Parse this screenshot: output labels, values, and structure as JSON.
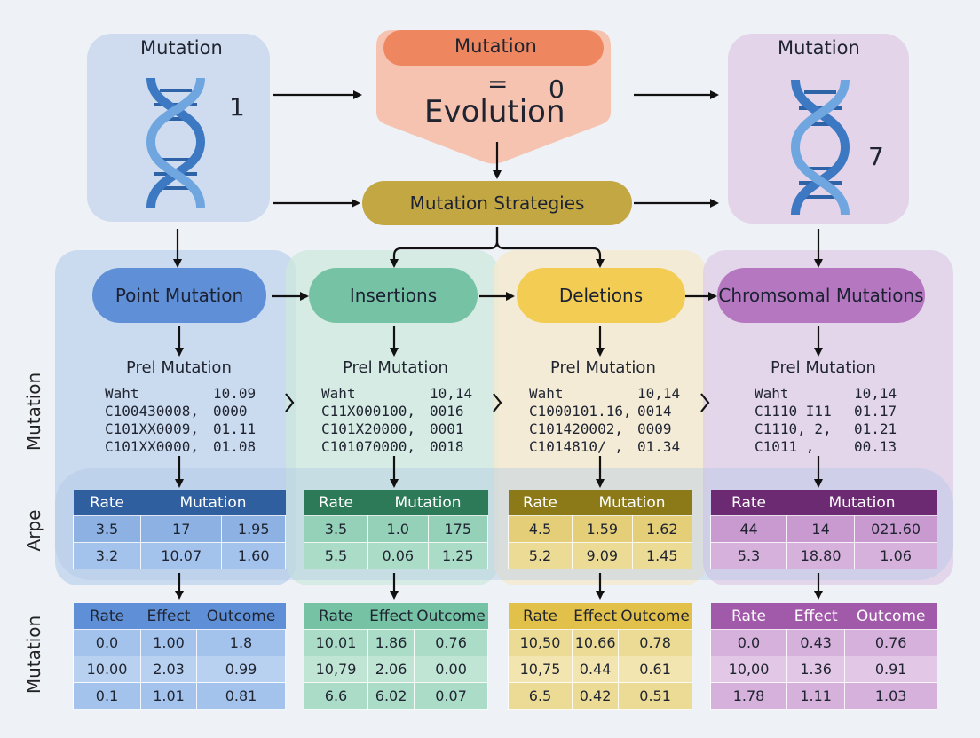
{
  "header": {
    "left": {
      "title": "Mutation",
      "number": "1"
    },
    "center": {
      "title": "Mutation",
      "equals": "=",
      "zero": "0",
      "main": "Evolution"
    },
    "right": {
      "title": "Mutation",
      "number": "7"
    },
    "strategies": "Mutation Strategies"
  },
  "side_labels": [
    "Mutation",
    "Arpe",
    "Mutation"
  ],
  "colors": {
    "blue": "#2f5f9f",
    "green": "#2d7a58",
    "yellow": "#8c7a19",
    "purple": "#6c2a72"
  },
  "columns": [
    {
      "label": "Point Mutation",
      "subtitle": "Prel Mutation",
      "lines": [
        [
          "Waht",
          "10.09"
        ],
        [
          "C100430008,",
          "0000"
        ],
        [
          "C101XX0009,",
          "01.11"
        ],
        [
          "C101XX0000,",
          "01.08"
        ]
      ],
      "table1": {
        "h1": "Rate",
        "h2": "Mutation",
        "rows": [
          [
            "3.5",
            "17",
            "1.95"
          ],
          [
            "3.2",
            "10.07",
            "1.60"
          ]
        ]
      },
      "table2": {
        "h": [
          "Rate",
          "Effect",
          "Outcome"
        ],
        "rows": [
          [
            "0.0",
            "1.00",
            "1.8"
          ],
          [
            "10.00",
            "2.03",
            "0.99"
          ],
          [
            "0.1",
            "1.01",
            "0.81"
          ]
        ]
      }
    },
    {
      "label": "Insertions",
      "subtitle": "Prel Mutation",
      "lines": [
        [
          "Waht",
          "10,14"
        ],
        [
          "C11X000100,",
          "0016"
        ],
        [
          "C101X20000,",
          "0001"
        ],
        [
          "C101070000,",
          "0018"
        ]
      ],
      "table1": {
        "h1": "Rate",
        "h2": "Mutation",
        "rows": [
          [
            "3.5",
            "1.0",
            "175"
          ],
          [
            "5.5",
            "0.06",
            "1.25"
          ]
        ]
      },
      "table2": {
        "h": [
          "Rate",
          "Effect",
          "Outcome"
        ],
        "rows": [
          [
            "10.01",
            "1.86",
            "0.76"
          ],
          [
            "10,79",
            "2.06",
            "0.00"
          ],
          [
            "6.6",
            "6.02",
            "0.07"
          ]
        ]
      }
    },
    {
      "label": "Deletions",
      "subtitle": "Prel Mutation",
      "lines": [
        [
          "Waht",
          "10,14"
        ],
        [
          "C1000101.16,",
          "0014"
        ],
        [
          "C101420002,",
          "0009"
        ],
        [
          "C1014810/ ,",
          "01.34"
        ]
      ],
      "table1": {
        "h1": "Rate",
        "h2": "Mutation",
        "rows": [
          [
            "4.5",
            "1.59",
            "1.62"
          ],
          [
            "5.2",
            "9.09",
            "1.45"
          ]
        ]
      },
      "table2": {
        "h": [
          "Rate",
          "Effect",
          "Outcome"
        ],
        "rows": [
          [
            "10,50",
            "10.66",
            "0.78"
          ],
          [
            "10,75",
            "0.44",
            "0.61"
          ],
          [
            "6.5",
            "0.42",
            "0.51"
          ]
        ]
      }
    },
    {
      "label": "Chromsomal Mutations",
      "subtitle": "Prel Mutation",
      "lines": [
        [
          "Waht",
          "10,14"
        ],
        [
          "C1110 I11",
          "01.17"
        ],
        [
          "C1110, 2,",
          "01.21"
        ],
        [
          "C1011 ,",
          "00.13"
        ]
      ],
      "table1": {
        "h1": "Rate",
        "h2": "Mutation",
        "rows": [
          [
            "44",
            "14",
            "021.60"
          ],
          [
            "5.3",
            "18.80",
            "1.06"
          ]
        ]
      },
      "table2": {
        "h": [
          "Rate",
          "Effect",
          "Outcome"
        ],
        "rows": [
          [
            "0.0",
            "0.43",
            "0.76"
          ],
          [
            "10,00",
            "1.36",
            "0.91"
          ],
          [
            "1.78",
            "1.11",
            "1.03"
          ]
        ]
      }
    }
  ]
}
